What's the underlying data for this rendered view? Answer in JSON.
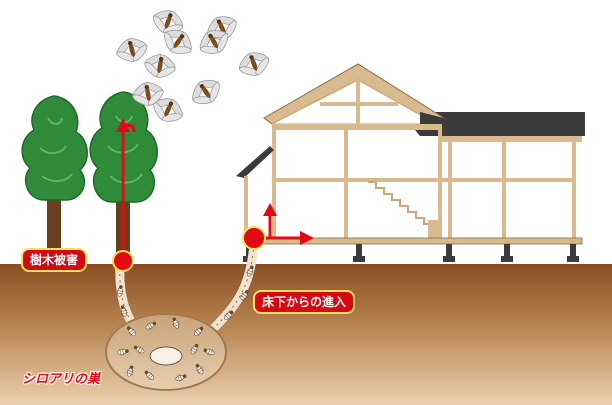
{
  "labels": {
    "tree_damage": "樹木被害",
    "underfloor_entry": "床下からの進入",
    "termite_nest": "シロアリの巣"
  },
  "colors": {
    "sky": "#ffffff",
    "soil_top": "#8a4e22",
    "soil_bottom": "#e7c9a7",
    "tree": "#2f8a3a",
    "trunk": "#6a3f1e",
    "house_wood": "#d9b98e",
    "roof": "#3b3b3b",
    "accent_red": "#e30b13",
    "label_border": "#f2e15a"
  },
  "icons": [
    "flying-termite-icon",
    "termite-icon",
    "red-arrow-icon",
    "entry-point-marker-icon"
  ]
}
